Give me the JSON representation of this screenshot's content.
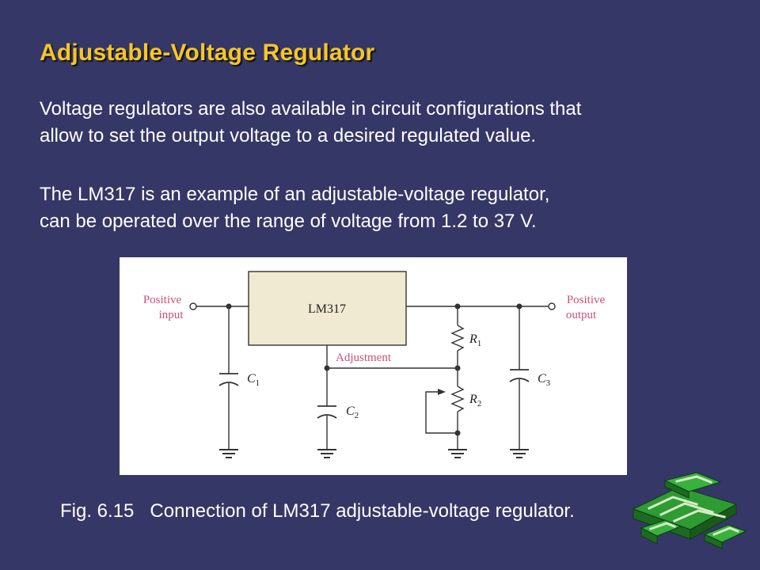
{
  "slide": {
    "title": "Adjustable-Voltage Regulator",
    "paragraph1_line1": "Voltage regulators are also available in circuit configurations that",
    "paragraph1_line2": "allow to set the output voltage to a desired regulated value.",
    "paragraph2_line1": "The LM317 is an example of an adjustable-voltage regulator,",
    "paragraph2_line2": "can be operated over the range of voltage from 1.2 to 37 V.",
    "caption": "Fig. 6.15   Connection of LM317 adjustable-voltage regulator."
  },
  "circuit": {
    "positive_input_line1": "Positive",
    "positive_input_line2": "input",
    "positive_output_line1": "Positive",
    "positive_output_line2": "output",
    "regulator": "LM317",
    "adjustment": "Adjustment",
    "c1": "C",
    "c1_sub": "1",
    "c2": "C",
    "c2_sub": "2",
    "c3": "C",
    "c3_sub": "3",
    "r1": "R",
    "r1_sub": "1",
    "r2": "R",
    "r2_sub": "2"
  },
  "colors": {
    "background": "#353766",
    "title": "#F7C623",
    "label_pink": "#C8507D",
    "regulator_fill": "#F0EAD2",
    "wire": "#333333"
  }
}
